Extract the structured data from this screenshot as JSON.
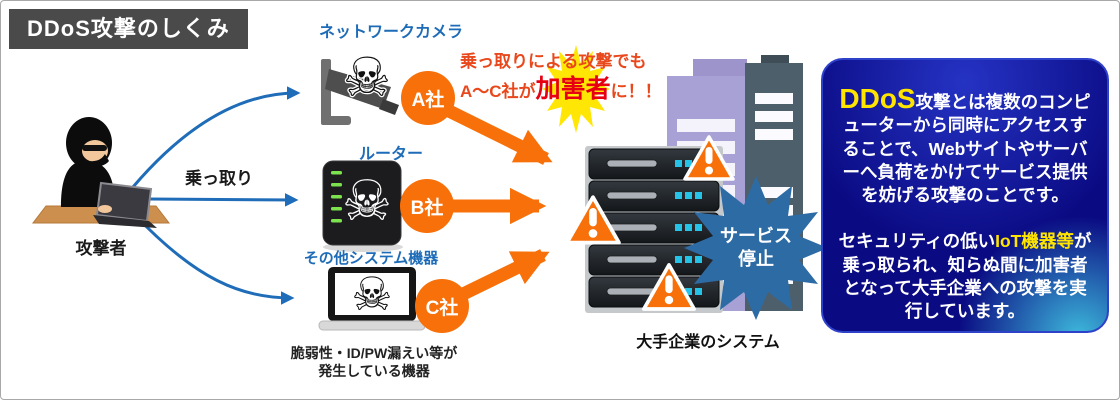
{
  "title": "DDoS攻撃のしくみ",
  "attacker": {
    "label": "攻撃者"
  },
  "hijack_label": "乗っ取り",
  "devices": [
    {
      "label": "ネットワークカメラ",
      "company": "A社"
    },
    {
      "label": "ルーター",
      "company": "B社"
    },
    {
      "label": "その他システム機器",
      "company": "C社"
    }
  ],
  "vulnerability_note": {
    "line1": "脆弱性・ID/PW漏えい等が",
    "line2": "発生している機器"
  },
  "burst_callout": {
    "line1": "乗っ取りによる攻撃でも",
    "line2_prefix": "A〜C社が",
    "line2_highlight": "加害者",
    "line2_suffix": "に！！"
  },
  "target_system_label": "大手企業のシステム",
  "service_burst": {
    "line1": "サービス",
    "line2": "停止"
  },
  "info_box": {
    "p1_highlight": "DDoS",
    "p1_text": "攻撃とは複数のコンピューターから同時にアクセスすることで、Webサイトやサーバーへ負荷をかけてサービス提供を妨げる攻撃のことです。",
    "p2_pre": "セキュリティの低い",
    "p2_highlight": "IoT機器等",
    "p2_post": "が乗っ取られ、知らぬ間に加害者となって大手企業への攻撃を実行しています。"
  },
  "icons": {
    "skull": "☠"
  },
  "colors": {
    "accent_orange": "#f7700a",
    "device_label_blue": "#1e6cb8",
    "burst_yellow": "#ffe604",
    "burst_text_red": "#e8481c",
    "burst_highlight_red": "#e60012",
    "info_highlight_yellow": "#ffe400",
    "service_burst_blue": "#2d6ba5",
    "title_bg_gray": "#4a4a4a",
    "building_purple": "#a8a1d6",
    "building_slate": "#4d5f6a"
  }
}
